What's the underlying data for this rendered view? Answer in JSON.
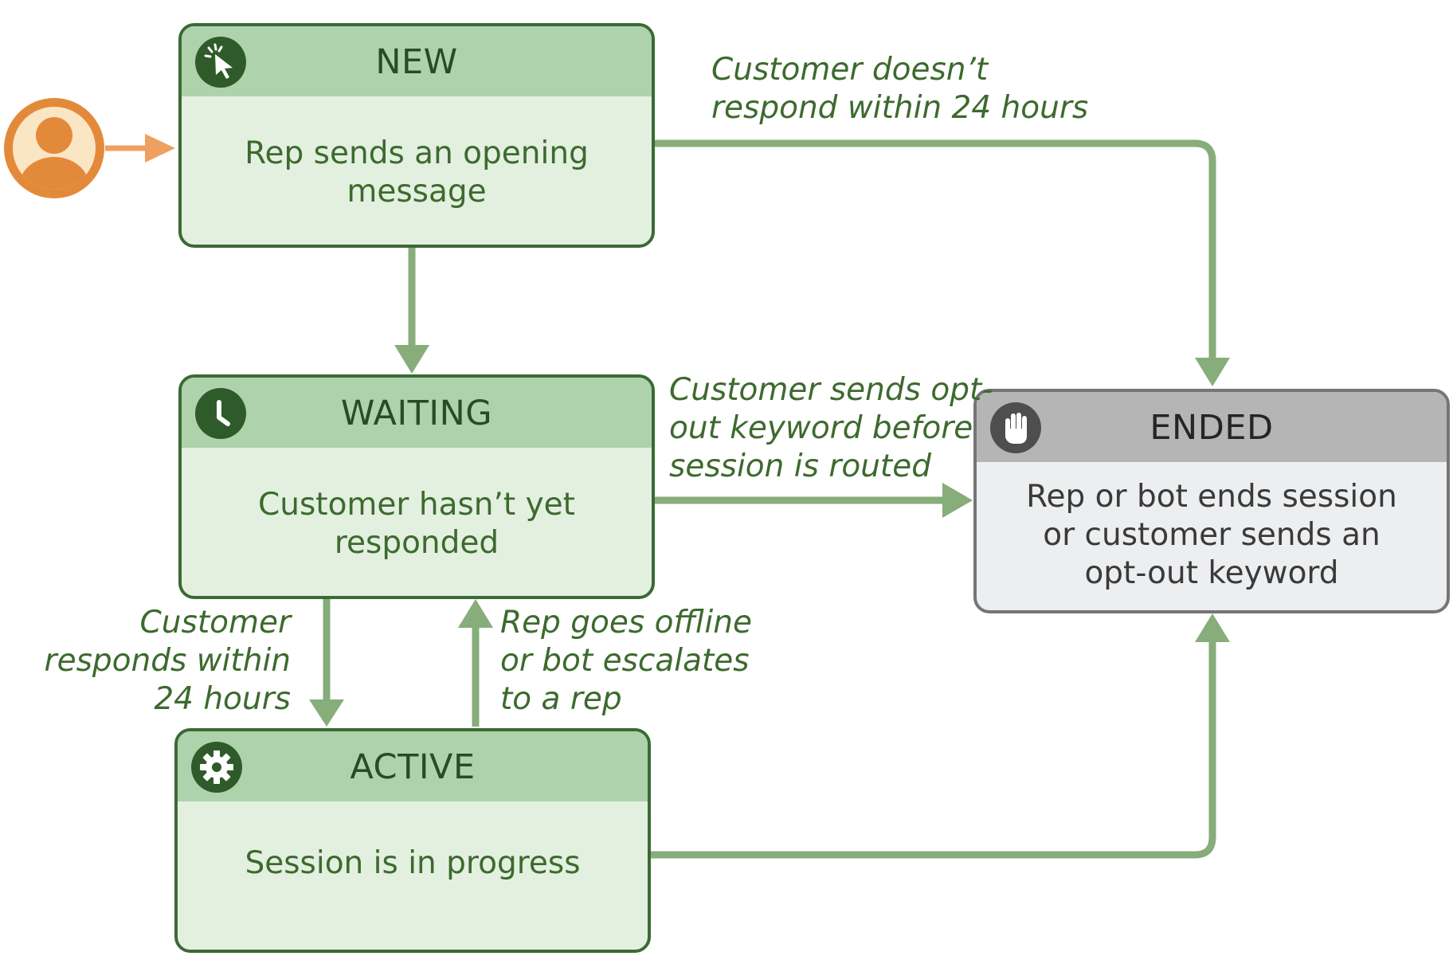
{
  "states": {
    "new": {
      "title": "NEW",
      "body": [
        "Rep sends an opening",
        "message"
      ],
      "icon": "cursor-click-icon"
    },
    "waiting": {
      "title": "WAITING",
      "body": [
        "Customer hasn’t yet",
        "responded"
      ],
      "icon": "clock-icon"
    },
    "active": {
      "title": "ACTIVE",
      "body": [
        "Session is in progress"
      ],
      "icon": "gear-icon"
    },
    "ended": {
      "title": "ENDED",
      "body": [
        "Rep or bot ends session",
        "or customer sends an",
        "opt-out keyword"
      ],
      "icon": "hand-stop-icon"
    }
  },
  "transitions": {
    "new_to_ended": [
      "Customer doesn’t",
      "respond within 24 hours"
    ],
    "waiting_to_ended": [
      "Customer sends opt-",
      "out keyword before",
      "session is routed"
    ],
    "waiting_to_active": [
      "Customer",
      "responds within",
      "24 hours"
    ],
    "active_to_waiting": [
      "Rep goes offline",
      "or bot escalates",
      "to a rep"
    ]
  },
  "start": {
    "icon": "user-avatar-icon"
  },
  "colors": {
    "state_border": "#3b6a34",
    "state_header": "#aed3ac",
    "state_fill": "#e3f0e0",
    "text_green": "#3d6a2e",
    "arrow_green": "#86ad7a",
    "ended_header": "#b5b5b5",
    "ended_fill": "#eceef0",
    "avatar_orange": "#e38a3a",
    "avatar_arrow": "#eea060"
  }
}
